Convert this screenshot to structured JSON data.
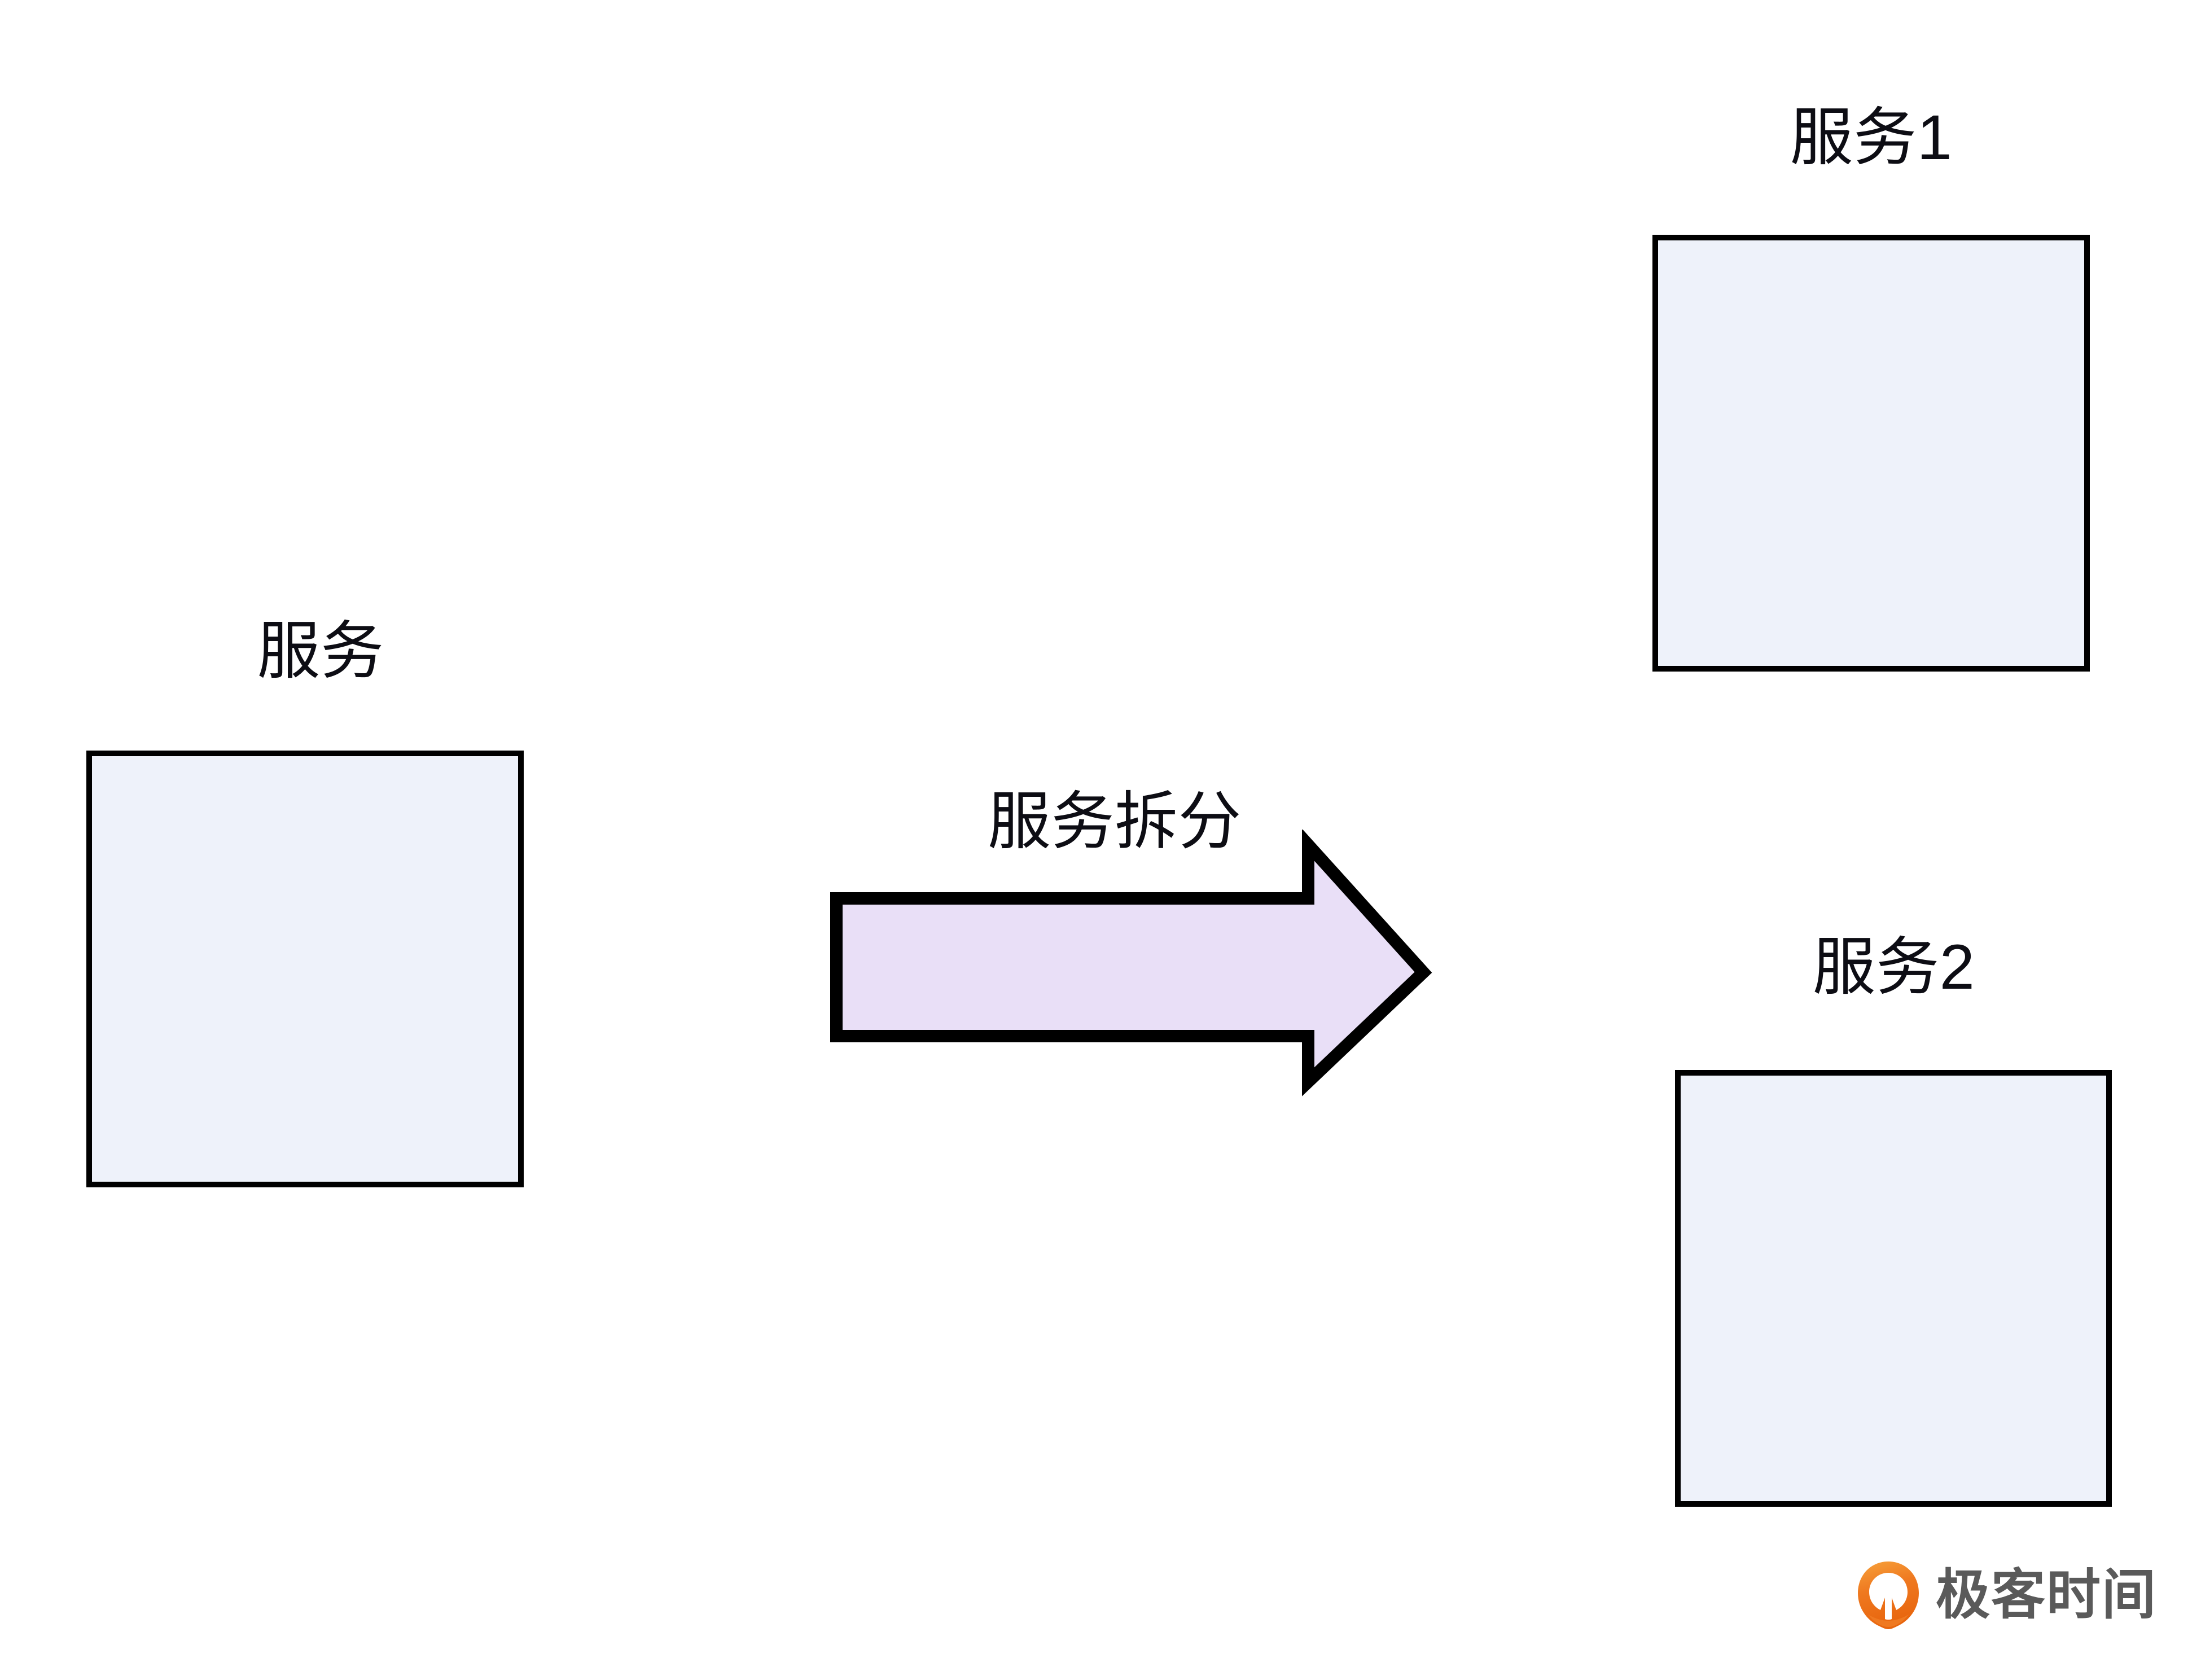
{
  "diagram": {
    "title": "服务拆分",
    "background_color": "#ffffff",
    "nodes": [
      {
        "id": "service",
        "label": "服务",
        "fill": "#eef2fa",
        "stroke": "#000000"
      },
      {
        "id": "service_1",
        "label": "服务1",
        "fill": "#eef2fa",
        "stroke": "#000000"
      },
      {
        "id": "service_2",
        "label": "服务2",
        "fill": "#eef2fa",
        "stroke": "#000000"
      }
    ],
    "arrow": {
      "label": "服务拆分",
      "direction": "right",
      "fill": "#e9dff7",
      "stroke": "#000000"
    }
  },
  "watermark": {
    "brand": "极客时间",
    "logo_icon": "geektime-drop-logo",
    "logo_color": "#ef7920",
    "text_color": "#5a5a5a"
  }
}
